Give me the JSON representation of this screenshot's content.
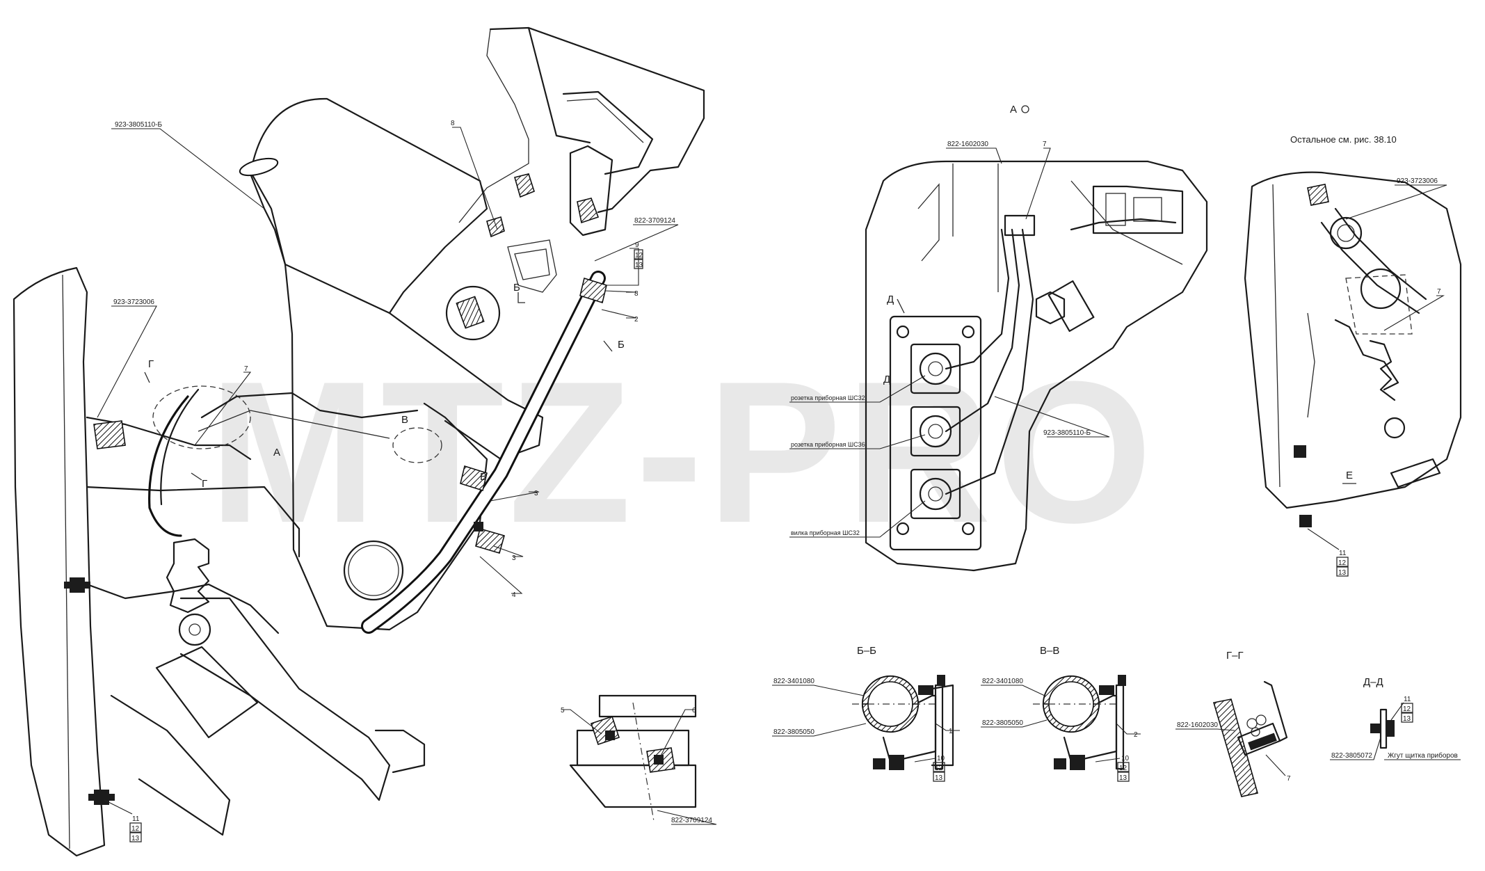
{
  "watermark": "MTZ-PRO",
  "labels": {
    "hose_main_left": "923-3805110-Б",
    "hose_main_right": "923-3805110-Б",
    "seal_left": "923-3723006",
    "seal_right": "923-3723006",
    "clamp_top": "822-3709124",
    "clamp_bottom": "822-3709124",
    "bracket_a": "822-1602030",
    "bracket_g": "822-1602030",
    "clamp_bb": "822-3401080",
    "clamp_vv": "822-3401080",
    "holder_bb": "822-3805050",
    "holder_vv": "822-3805050",
    "bracket_dd": "822-3805072",
    "socket_1": "розетка приборная ШС32",
    "socket_2": "розетка приборная ШС36",
    "plug": "вилка приборная ШС32",
    "harness": "Жгут щитка приборов"
  },
  "sections": {
    "view_a": "А",
    "bb": "Б–Б",
    "vv": "В–В",
    "gg": "Г–Г",
    "dd": "Д–Д",
    "b": "Б",
    "v": "В",
    "g": "Г",
    "d": "Д",
    "e": "Е",
    "a_mark": "А"
  },
  "note": "Остальное см. рис. 38.10",
  "item_numbers": {
    "n1": "1",
    "n2": "2",
    "n3": "3",
    "n4": "4",
    "n5": "5",
    "n6": "6",
    "n7": "7",
    "n8": "8",
    "n9": "9",
    "n10": "10",
    "n11": "11",
    "n12": "12",
    "n13": "13"
  }
}
